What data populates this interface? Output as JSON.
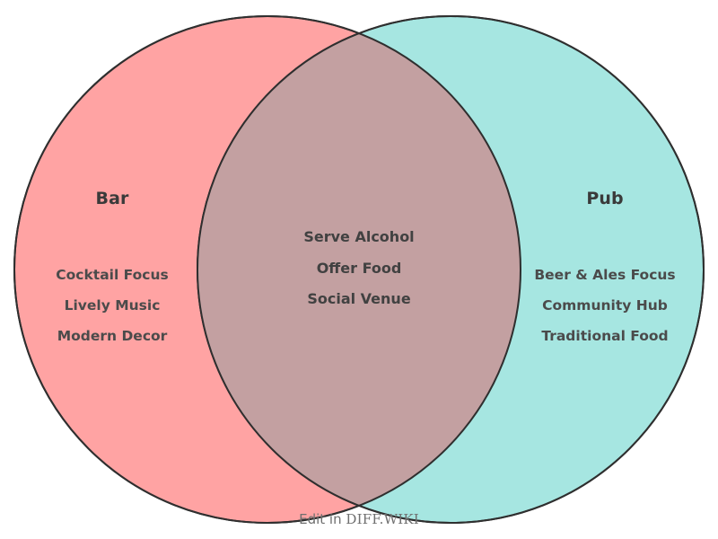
{
  "diagram": {
    "type": "venn",
    "left_set": {
      "title": "Bar",
      "items": [
        "Cocktail Focus",
        "Lively Music",
        "Modern Decor"
      ],
      "fill_color": "#FFA3A3"
    },
    "right_set": {
      "title": "Pub",
      "items": [
        "Beer & Ales Focus",
        "Community Hub",
        "Traditional Food"
      ],
      "fill_color": "#92E0DB"
    },
    "intersection": {
      "items": [
        "Serve Alcohol",
        "Offer Food",
        "Social Venue"
      ],
      "fill_color": "#C3A0A1"
    },
    "stroke_color": "#2f2f2f",
    "text_color": "#4b4b4b"
  },
  "footer": {
    "prefix": "Edit in",
    "brand": "DIFF.WIKI"
  }
}
